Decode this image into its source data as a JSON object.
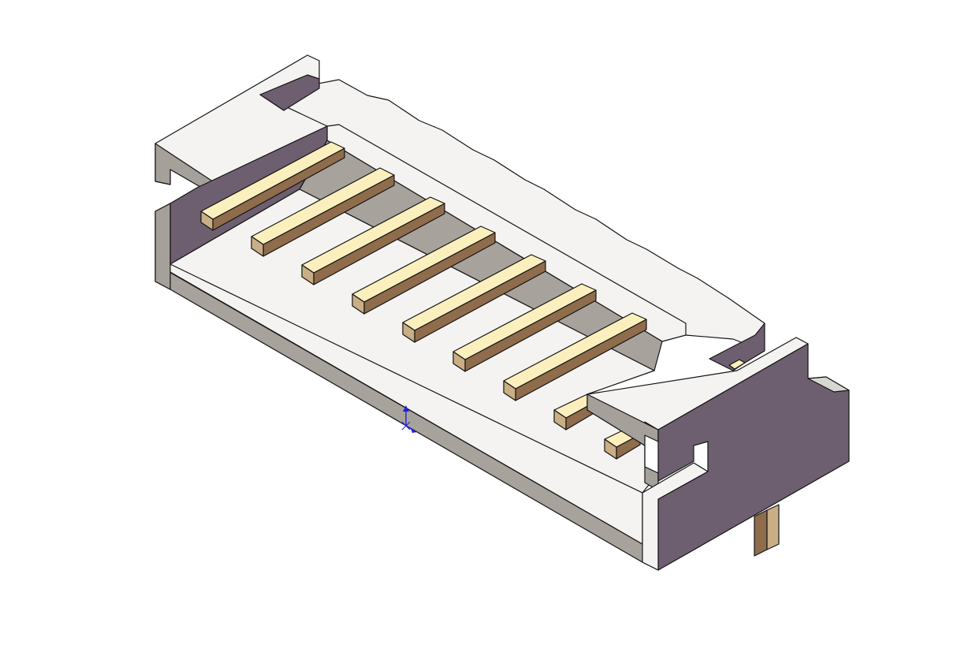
{
  "model": {
    "part": "connector-header",
    "pin_count": 9,
    "view": "isometric",
    "colors": {
      "background": "#ffffff",
      "housing_top": "#f4f3f1",
      "housing_side": "#a5a09a",
      "housing_shadow": "#6e5f70",
      "floor": "#a8a29c",
      "pin_top": "#fbf0bd",
      "pin_side": "#8f6c4c",
      "pin_end": "#c9ae86",
      "edge": "#141414",
      "triad": "#1e22d8"
    }
  }
}
